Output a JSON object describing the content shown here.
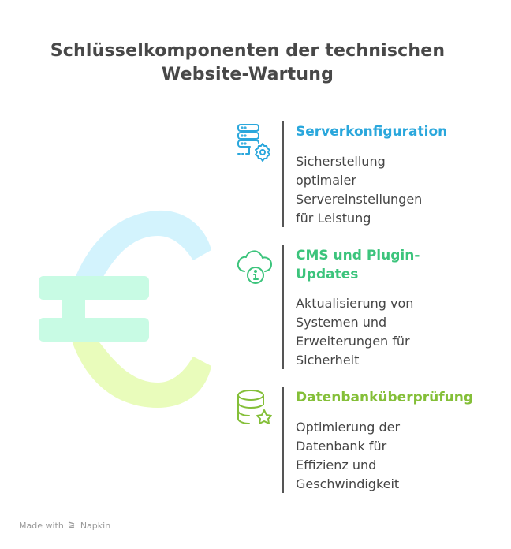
{
  "title": {
    "line1": "Schlüsselkomponenten der technischen",
    "line2": "Website-Wartung"
  },
  "graphic": {
    "icon": "euro-sign",
    "colors": {
      "top_arc": "#d3f3fd",
      "bars": "#c8fbe4",
      "bottom_arc": "#e9fcbb"
    }
  },
  "items": [
    {
      "icon": "server-gear-icon",
      "color": "#2aa7dc",
      "heading": "Serverkonfiguration",
      "description_lines": [
        "Sicherstellung",
        "optimaler",
        "Servereinstellungen",
        "für Leistung"
      ]
    },
    {
      "icon": "cloud-info-icon",
      "color": "#3cc47c",
      "heading_lines": [
        "CMS und Plugin-",
        "Updates"
      ],
      "description_lines": [
        "Aktualisierung von",
        "Systemen und",
        "Erweiterungen für",
        "Sicherheit"
      ]
    },
    {
      "icon": "database-star-icon",
      "color": "#84bf38",
      "heading": "Datenbanküberprüfung",
      "description_lines": [
        "Optimierung der",
        "Datenbank für",
        "Effizienz und",
        "Geschwindigkeit"
      ]
    }
  ],
  "footer": {
    "made_with": "Made with",
    "brand": "Napkin"
  }
}
